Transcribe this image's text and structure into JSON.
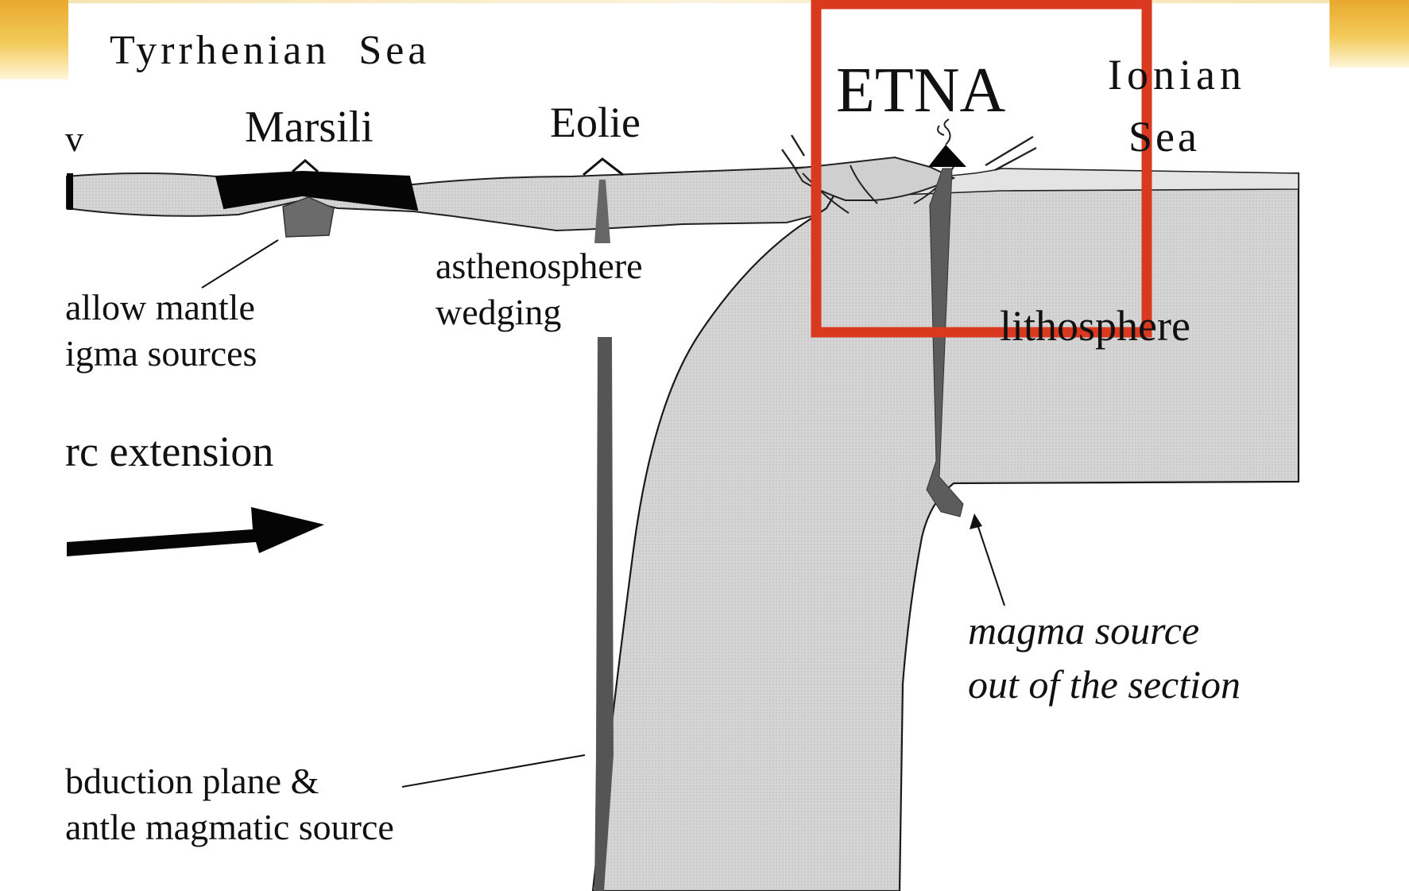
{
  "labels": {
    "tyrrhenian_sea": "Tyrrhenian  Sea",
    "etna": "ETNA",
    "ionian_line1": "Ionian",
    "ionian_line2": "Sea",
    "left_edge_v": "v",
    "marsili": "Marsili",
    "eolie": "Eolie",
    "asthenosphere_line1": "asthenosphere",
    "asthenosphere_line2": "wedging",
    "shallow_line1": "allow mantle",
    "shallow_line2": "igma sources",
    "lithosphere": "lithosphere",
    "arc_extension": "rc extension",
    "magma_line1": "magma source",
    "magma_line2": "out of the section",
    "subduction_line1": "bduction plane &",
    "subduction_line2": "antle magmatic source"
  },
  "colors": {
    "plate_fill": "#d3d3d3",
    "dark_fill": "#000000",
    "conduit_fill": "#555555",
    "highlight_box": "#d93a1f",
    "corner_accent": "#eab33c"
  },
  "icons": {
    "arrow": "right-arrow-icon",
    "volcano": "volcano-icon"
  }
}
